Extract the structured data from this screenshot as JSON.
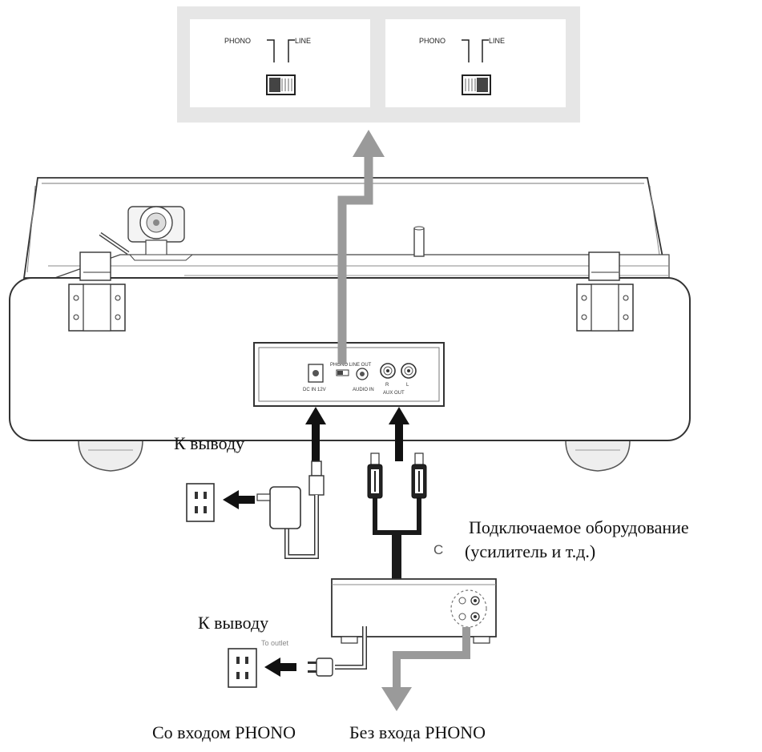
{
  "switch_panels": [
    {
      "phono_label": "PHONO",
      "line_label": "LINE"
    },
    {
      "phono_label": "PHONO",
      "line_label": "LINE"
    }
  ],
  "rear_panel": {
    "dc_in_label": "DC IN 12V",
    "switch_label": "PHONO  LINE OUT",
    "audio_in_label": "AUDIO IN",
    "r_label": "R",
    "l_label": "L",
    "aux_out_label": "AUX OUT"
  },
  "labels": {
    "to_outlet_top": "К выводу",
    "to_outlet_bottom": "К выводу",
    "equipment_line1": "Подключаемое оборудование",
    "equipment_line2": "(усилитель и т.д.)",
    "with_phono": "Со входом PHONO",
    "without_phono": "Без входа PHONO",
    "residual_c": "C",
    "residual_to_outlet": "To outlet"
  },
  "colors": {
    "arrow_gray": "#9a9a9a",
    "panel_gray": "#e6e6e6",
    "line": "#333333",
    "cable": "#1a1a1a"
  }
}
